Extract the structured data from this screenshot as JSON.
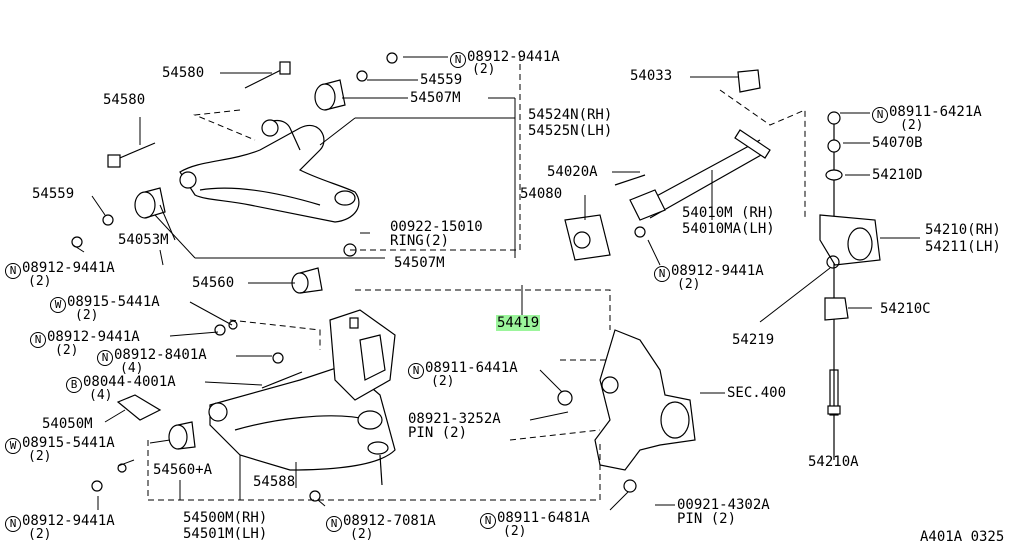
{
  "diagram": {
    "ref_code": "A401A 0325",
    "labels": [
      {
        "id": "54580_top",
        "text": "54580"
      },
      {
        "id": "08912_9441A_top",
        "prefix": "N",
        "text": "08912-9441A",
        "qty": "(2)"
      },
      {
        "id": "54559_top",
        "text": "54559"
      },
      {
        "id": "54507M_top",
        "text": "54507M"
      },
      {
        "id": "54580_left",
        "text": "54580"
      },
      {
        "id": "54524N",
        "text": "54524N(RH)"
      },
      {
        "id": "54525N",
        "text": "54525N(LH)"
      },
      {
        "id": "54033",
        "text": "54033"
      },
      {
        "id": "08911_6421A",
        "prefix": "N",
        "text": "08911-6421A",
        "qty": "(2)"
      },
      {
        "id": "54070B",
        "text": "54070B"
      },
      {
        "id": "54210D",
        "text": "54210D"
      },
      {
        "id": "54020A",
        "text": "54020A"
      },
      {
        "id": "54080",
        "text": "54080"
      },
      {
        "id": "54559_left",
        "text": "54559"
      },
      {
        "id": "54053M",
        "text": "54053M"
      },
      {
        "id": "00922_15010",
        "text": "00922-15010"
      },
      {
        "id": "ring",
        "text": "RING(2)"
      },
      {
        "id": "54010M",
        "text": "54010M (RH)"
      },
      {
        "id": "54010MA",
        "text": "54010MA(LH)"
      },
      {
        "id": "54210RH",
        "text": "54210(RH)"
      },
      {
        "id": "54211LH",
        "text": "54211(LH)"
      },
      {
        "id": "08912_9441A_left",
        "prefix": "N",
        "text": "08912-9441A",
        "qty": "(2)"
      },
      {
        "id": "54507M_bottom",
        "text": "54507M"
      },
      {
        "id": "08912_9441A_mid",
        "prefix": "N",
        "text": "08912-9441A",
        "qty": "(2)"
      },
      {
        "id": "54560",
        "text": "54560"
      },
      {
        "id": "08915_5441A_top",
        "prefix": "W",
        "text": "08915-5441A",
        "qty": "(2)"
      },
      {
        "id": "54419",
        "text": "54419",
        "highlight": true
      },
      {
        "id": "54219",
        "text": "54219"
      },
      {
        "id": "54210C",
        "text": "54210C"
      },
      {
        "id": "08912_9441A_lower",
        "prefix": "N",
        "text": "08912-9441A",
        "qty": "(2)"
      },
      {
        "id": "08912_8401A",
        "prefix": "N",
        "text": "08912-8401A",
        "qty": "(4)"
      },
      {
        "id": "08044_4001A",
        "prefix": "B",
        "text": "08044-4001A",
        "qty": "(4)"
      },
      {
        "id": "08911_6441A",
        "prefix": "N",
        "text": "08911-6441A",
        "qty": "(2)"
      },
      {
        "id": "sec400",
        "text": "SEC.400"
      },
      {
        "id": "54050M",
        "text": "54050M"
      },
      {
        "id": "08921_3252A",
        "text": "08921-3252A"
      },
      {
        "id": "pin2a",
        "text": "PIN (2)"
      },
      {
        "id": "08915_5441A_bottom",
        "prefix": "W",
        "text": "08915-5441A",
        "qty": "(2)"
      },
      {
        "id": "54560A",
        "text": "54560+A"
      },
      {
        "id": "54588",
        "text": "54588"
      },
      {
        "id": "54210A",
        "text": "54210A"
      },
      {
        "id": "08912_9441A_bottom",
        "prefix": "N",
        "text": "08912-9441A",
        "qty": "(2)"
      },
      {
        "id": "54500M",
        "text": "54500M(RH)"
      },
      {
        "id": "54501M",
        "text": "54501M(LH)"
      },
      {
        "id": "08912_7081A",
        "prefix": "N",
        "text": "08912-7081A",
        "qty": "(2)"
      },
      {
        "id": "08911_6481A",
        "prefix": "N",
        "text": "08911-6481A",
        "qty": "(2)"
      },
      {
        "id": "00921_4302A",
        "text": "00921-4302A"
      },
      {
        "id": "pin2b",
        "text": "PIN (2)"
      }
    ]
  }
}
